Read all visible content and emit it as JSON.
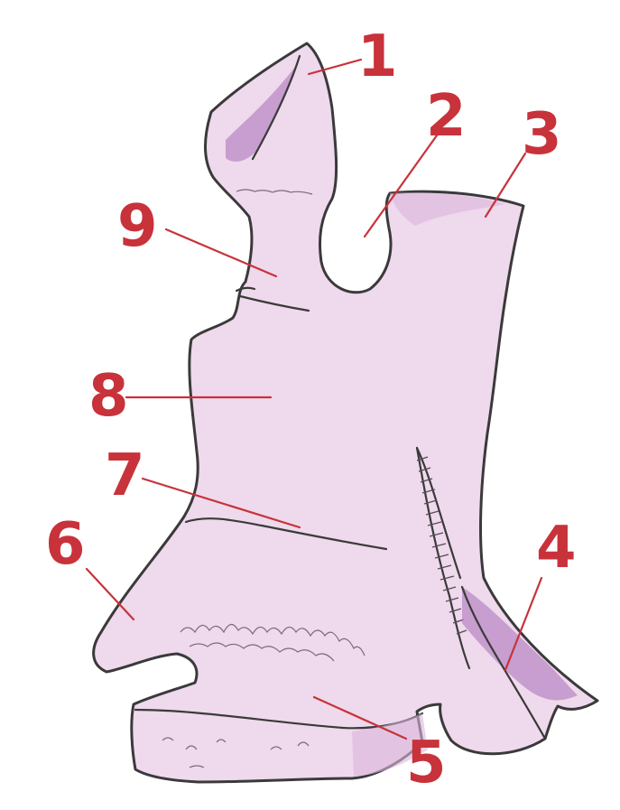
{
  "diagram": {
    "labels": [
      {
        "id": "1",
        "text": "1"
      },
      {
        "id": "2",
        "text": "2"
      },
      {
        "id": "3",
        "text": "3"
      },
      {
        "id": "4",
        "text": "4"
      },
      {
        "id": "5",
        "text": "5"
      },
      {
        "id": "6",
        "text": "6"
      },
      {
        "id": "7",
        "text": "7"
      },
      {
        "id": "8",
        "text": "8"
      },
      {
        "id": "9",
        "text": "9"
      }
    ],
    "colors": {
      "label": "#c8323a",
      "bone_fill": "#efd9ec",
      "shade": "#b98ac6",
      "outline": "#3a3a3a"
    }
  }
}
